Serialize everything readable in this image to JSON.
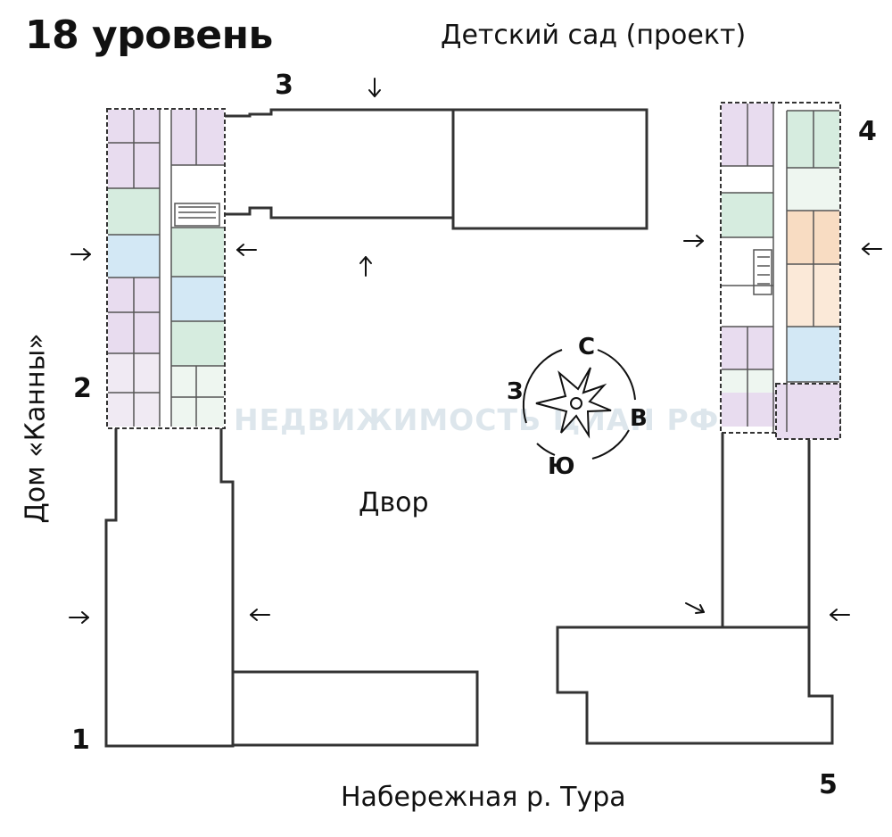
{
  "level_title": "18 уровень",
  "labels": {
    "top": "Детский сад (проект)",
    "left": "Дом «Канны»",
    "bottom": "Набережная р. Тура",
    "courtyard": "Двор"
  },
  "sections": {
    "s1": "1",
    "s2": "2",
    "s3": "3",
    "s4": "4",
    "s5": "5"
  },
  "compass": {
    "north": "С",
    "south": "Ю",
    "east": "В",
    "west": "З"
  },
  "watermark": "НЕДВИЖИМОСТЬ ЦИАН РФ",
  "colors": {
    "apartment_purple": "#e8dcef",
    "apartment_green": "#d6ecdf",
    "apartment_blue": "#d3e8f5",
    "apartment_orange": "#f8dcc2",
    "wall": "#333333"
  },
  "icons": [
    "arrow-icon",
    "compass-icon"
  ]
}
